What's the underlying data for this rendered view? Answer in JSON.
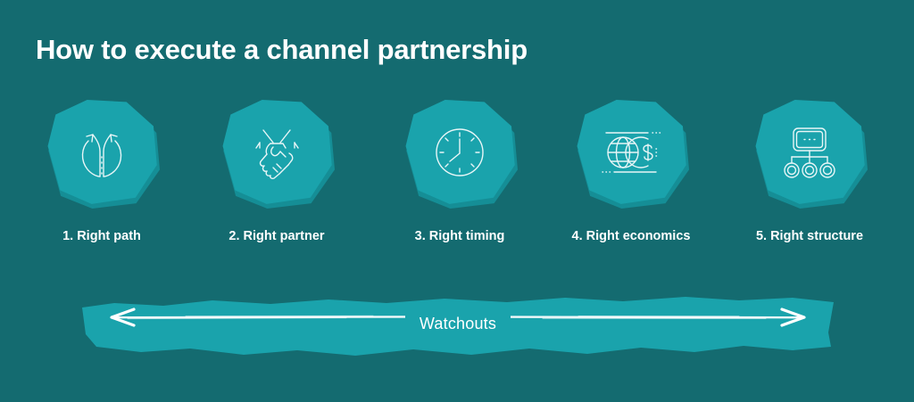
{
  "colors": {
    "background": "#146b70",
    "badge_fill": "#1aa3ac",
    "badge_edge": "#158e96",
    "text": "#ffffff",
    "icon_stroke": "#e8f6f7"
  },
  "header": {
    "title": "How to execute a channel partnership"
  },
  "steps": [
    {
      "label": "1. Right path",
      "icon": "forking-path-icon"
    },
    {
      "label": "2. Right partner",
      "icon": "handshake-icon"
    },
    {
      "label": "3. Right timing",
      "icon": "clock-icon"
    },
    {
      "label": "4. Right economics",
      "icon": "globe-dollar-icon"
    },
    {
      "label": "5. Right structure",
      "icon": "org-chart-icon"
    }
  ],
  "banner": {
    "label": "Watchouts",
    "left_arrow": "arrow-left-icon",
    "right_arrow": "arrow-right-icon"
  }
}
